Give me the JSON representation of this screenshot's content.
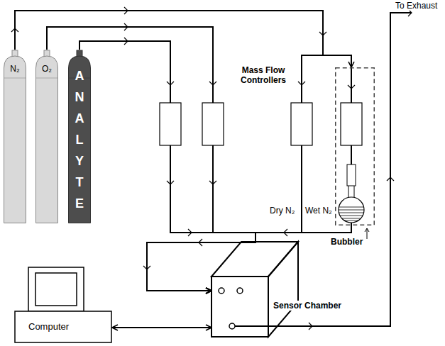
{
  "diagram": {
    "nodes": [
      {
        "text": [
          "N₂"
        ]
      },
      {
        "text": [
          "O₂"
        ]
      },
      {
        "text": [
          "ANALYTE"
        ]
      },
      {
        "text": [
          "Bubbler"
        ]
      },
      {
        "text": [
          "Sensor Chamber"
        ]
      },
      {
        "text": [
          "Computer"
        ]
      }
    ],
    "edges": [
      {
        "from": 0,
        "to": 4,
        "arrow": "to"
      },
      {
        "from": 0,
        "to": 3,
        "arrow": "to"
      },
      {
        "from": 3,
        "to": 4,
        "arrow": "to"
      },
      {
        "from": 1,
        "to": 4,
        "arrow": "to"
      },
      {
        "from": 2,
        "to": 4,
        "arrow": "to"
      },
      {
        "from": 5,
        "to": 4,
        "arrow": "both"
      }
    ],
    "labels": [
      "To Exhaust",
      "Mass Flow Controllers",
      "Dry N₂",
      "Wet N₂"
    ]
  }
}
